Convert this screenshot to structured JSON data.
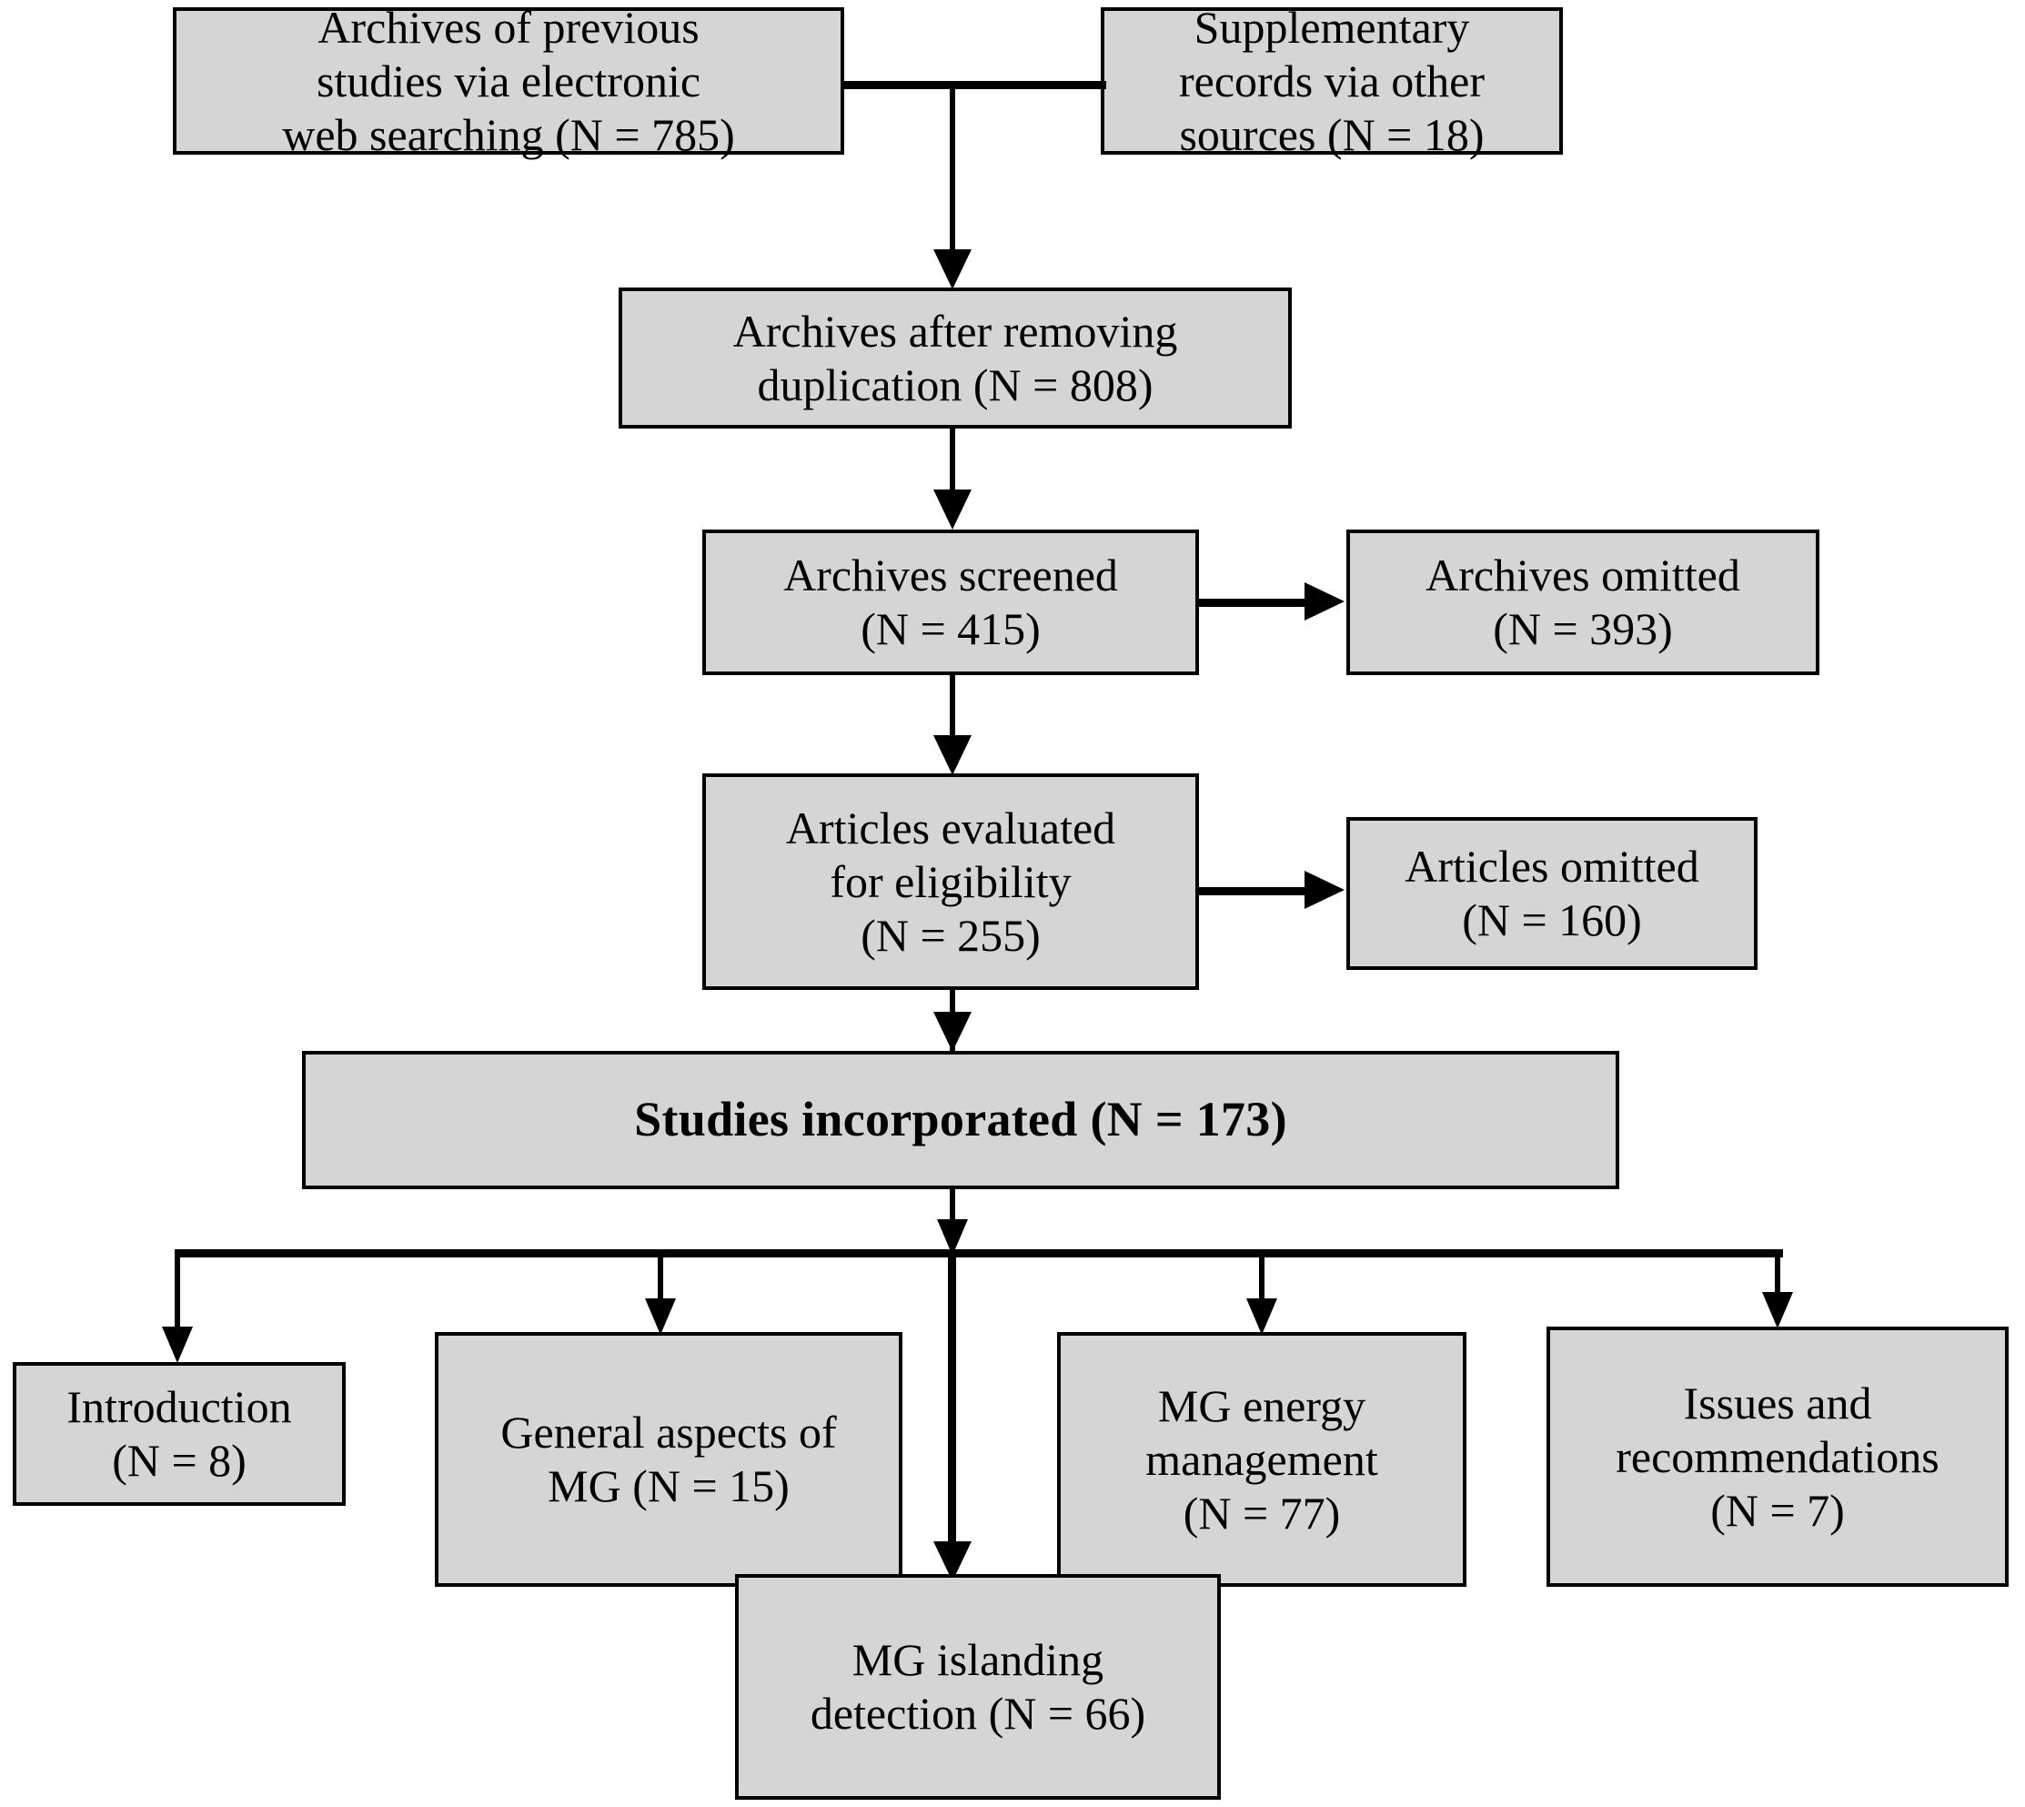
{
  "diagram": {
    "title": "PRISMA study selection flow diagram",
    "box_fill": "#d5d5d5",
    "box_border": "#000000",
    "background": "#ffffff",
    "nodes": {
      "source_electronic": {
        "label": "Archives of previous\nstudies via  electronic\nweb searching (N = 785)",
        "count": 785
      },
      "source_other": {
        "label": "Supplementary\nrecords via  other\nsources (N = 18)",
        "count": 18
      },
      "deduplicated": {
        "label": "Archives after removing\nduplication (N = 808)",
        "count": 808
      },
      "screened": {
        "label": "Archives screened\n(N = 415)",
        "count": 415
      },
      "screened_excluded": {
        "label": "Archives omitted\n(N = 393)",
        "count": 393
      },
      "eligibility": {
        "label": "Articles evaluated\nfor eligibility\n(N = 255)",
        "count": 255
      },
      "eligibility_excluded": {
        "label": "Articles omitted\n(N = 160)",
        "count": 160
      },
      "included": {
        "label": "Studies incorporated  (N = 173)",
        "count": 173
      },
      "cat_introduction": {
        "label": "Introduction\n(N = 8)",
        "count": 8
      },
      "cat_general_aspects": {
        "label": "General aspects of\nMG   (N = 15)",
        "count": 15
      },
      "cat_islanding_detection": {
        "label": "MG islanding\ndetection  (N = 66)",
        "count": 66
      },
      "cat_energy_management": {
        "label": "MG energy\nmanagement\n(N = 77)",
        "count": 77
      },
      "cat_issues_recommendations": {
        "label": "Issues and\nrecommendations\n(N = 7)",
        "count": 7
      }
    }
  },
  "chart_data": {
    "type": "diagram",
    "title": "PRISMA study selection flow diagram",
    "stages": [
      {
        "name": "Archives of previous studies via electronic web searching",
        "n": 785
      },
      {
        "name": "Supplementary records via other sources",
        "n": 18
      },
      {
        "name": "Archives after removing duplication",
        "n": 808
      },
      {
        "name": "Archives screened",
        "n": 415
      },
      {
        "name": "Archives omitted",
        "n": 393
      },
      {
        "name": "Articles evaluated for eligibility",
        "n": 255
      },
      {
        "name": "Articles omitted",
        "n": 160
      },
      {
        "name": "Studies incorporated",
        "n": 173
      }
    ],
    "categories": [
      "Introduction",
      "General aspects of MG",
      "MG islanding detection",
      "MG energy management",
      "Issues and recommendations"
    ],
    "values": [
      8,
      15,
      66,
      77,
      7
    ]
  }
}
